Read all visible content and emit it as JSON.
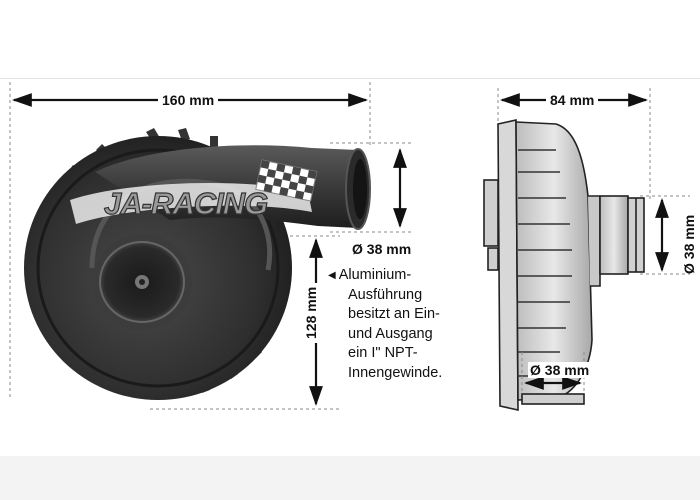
{
  "dimensions": {
    "width_front": "160 mm",
    "width_side": "84 mm",
    "diameter_outlet": "Ø 38 mm",
    "height": "128 mm",
    "diameter_side": "Ø 38 mm",
    "diameter_inlet_bottom": "Ø 38 mm"
  },
  "logo": {
    "text": "JA-RACING"
  },
  "note_lines": [
    "Aluminium-",
    "Ausführung",
    "besitzt an Ein-",
    "und Ausgang",
    "ein I\" NPT-",
    "Innengewinde."
  ],
  "colors": {
    "pump_body": "#2b2b2b",
    "dimension_lines": "#111111"
  }
}
